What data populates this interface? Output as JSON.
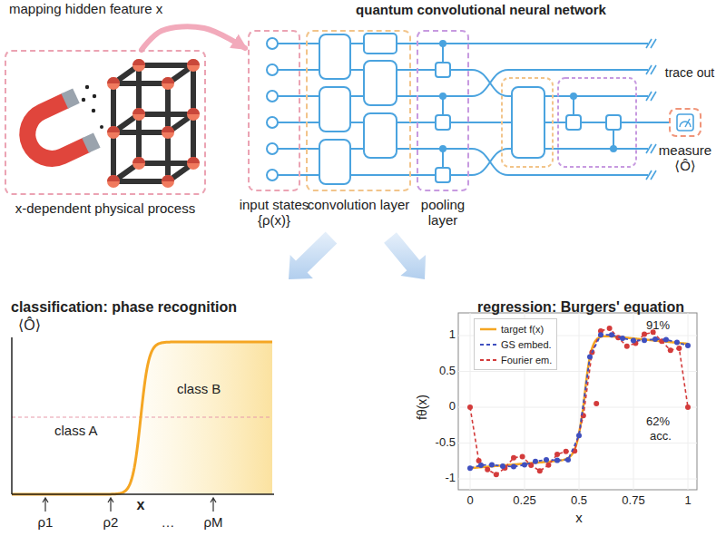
{
  "diagram": {
    "nodes": [
      {
        "text": [
          "x-dependent physical process"
        ]
      },
      {
        "text": [
          "input states {ρ(x)}"
        ]
      },
      {
        "text": [
          "convolution layer"
        ]
      },
      {
        "text": [
          "pooling layer"
        ]
      },
      {
        "text": [
          "measure ⟨Ô⟩"
        ]
      }
    ],
    "edges": [
      {
        "from": 0,
        "to": 1,
        "arrow": "to",
        "label": "mapping hidden feature x"
      }
    ],
    "labels": [
      "quantum convolutional neural network",
      "trace out",
      "classification: phase recognition",
      "⟨Ô⟩",
      "class A",
      "class B",
      "x",
      "ρ1",
      "ρ2",
      "…",
      "ρM",
      "regression: Burgers' equation",
      "1",
      "0.5",
      "0",
      "-0.5",
      "-1",
      "fθ(x)",
      "0",
      "0.25",
      "0.5",
      "0.75",
      "1",
      "x",
      "91%",
      "62%",
      "acc."
    ],
    "legend": [
      {
        "text": "target f(x)"
      },
      {
        "text": "GS embed."
      },
      {
        "text": "Fourier em."
      }
    ]
  }
}
